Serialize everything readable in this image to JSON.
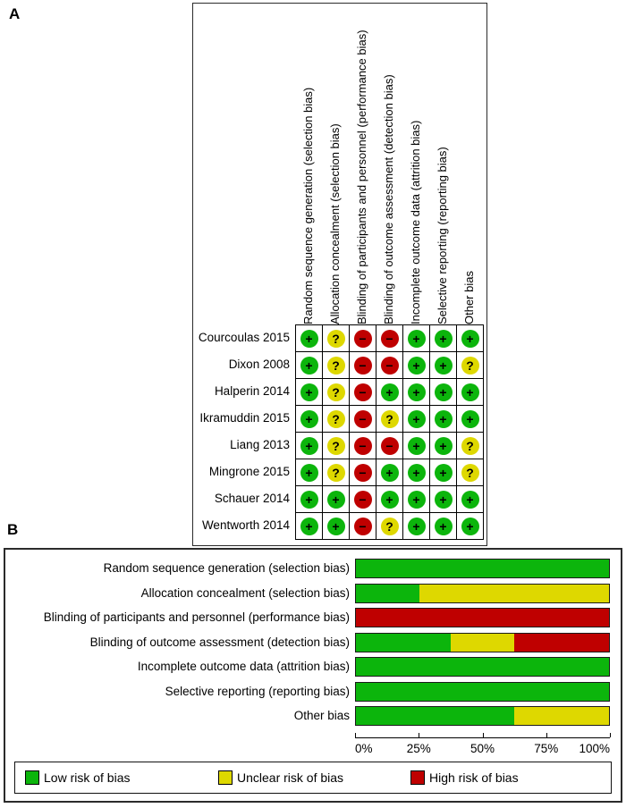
{
  "labels": {
    "panel_a": "A",
    "panel_b": "B"
  },
  "risk_levels": {
    "low": {
      "label": "Low risk of bias",
      "glyph": "+",
      "color": "#0cb50c"
    },
    "unclear": {
      "label": "Unclear risk of bias",
      "glyph": "?",
      "color": "#ded800"
    },
    "high": {
      "label": "High risk of bias",
      "glyph": "−",
      "color": "#bf0000"
    }
  },
  "chart_data": [
    {
      "type": "heatmap",
      "title": "Risk of bias summary",
      "columns": [
        "Random sequence generation (selection bias)",
        "Allocation concealment (selection bias)",
        "Blinding of participants and personnel (performance bias)",
        "Blinding of outcome assessment (detection bias)",
        "Incomplete outcome data (attrition bias)",
        "Selective reporting (reporting bias)",
        "Other bias"
      ],
      "rows": [
        "Courcoulas 2015",
        "Dixon 2008",
        "Halperin 2014",
        "Ikramuddin 2015",
        "Liang 2013",
        "Mingrone 2015",
        "Schauer 2014",
        "Wentworth 2014"
      ],
      "values": [
        [
          "low",
          "unclear",
          "high",
          "high",
          "low",
          "low",
          "low"
        ],
        [
          "low",
          "unclear",
          "high",
          "high",
          "low",
          "low",
          "unclear"
        ],
        [
          "low",
          "unclear",
          "high",
          "low",
          "low",
          "low",
          "low"
        ],
        [
          "low",
          "unclear",
          "high",
          "unclear",
          "low",
          "low",
          "low"
        ],
        [
          "low",
          "unclear",
          "high",
          "high",
          "low",
          "low",
          "unclear"
        ],
        [
          "low",
          "unclear",
          "high",
          "low",
          "low",
          "low",
          "unclear"
        ],
        [
          "low",
          "low",
          "high",
          "low",
          "low",
          "low",
          "low"
        ],
        [
          "low",
          "low",
          "high",
          "unclear",
          "low",
          "low",
          "low"
        ]
      ],
      "cell_glyphs": {
        "low": "+",
        "unclear": "?",
        "high": "−"
      }
    },
    {
      "type": "bar",
      "subtype": "stacked-horizontal",
      "title": "Risk of bias graph",
      "categories": [
        "Random sequence generation (selection bias)",
        "Allocation concealment (selection bias)",
        "Blinding of participants and personnel (performance bias)",
        "Blinding of outcome assessment (detection bias)",
        "Incomplete outcome data (attrition bias)",
        "Selective reporting (reporting bias)",
        "Other bias"
      ],
      "series": [
        {
          "name": "Low risk of bias",
          "level": "low",
          "color": "#0cb50c",
          "values": [
            100,
            25,
            0,
            37.5,
            100,
            100,
            62.5
          ]
        },
        {
          "name": "Unclear risk of bias",
          "level": "unclear",
          "color": "#ded800",
          "values": [
            0,
            75,
            0,
            25,
            0,
            0,
            37.5
          ]
        },
        {
          "name": "High risk of bias",
          "level": "high",
          "color": "#bf0000",
          "values": [
            0,
            0,
            100,
            37.5,
            0,
            0,
            0
          ]
        }
      ],
      "x_ticks": [
        "0%",
        "25%",
        "50%",
        "75%",
        "100%"
      ],
      "xlim": [
        0,
        100
      ],
      "grid": false,
      "legend_position": "bottom"
    }
  ]
}
